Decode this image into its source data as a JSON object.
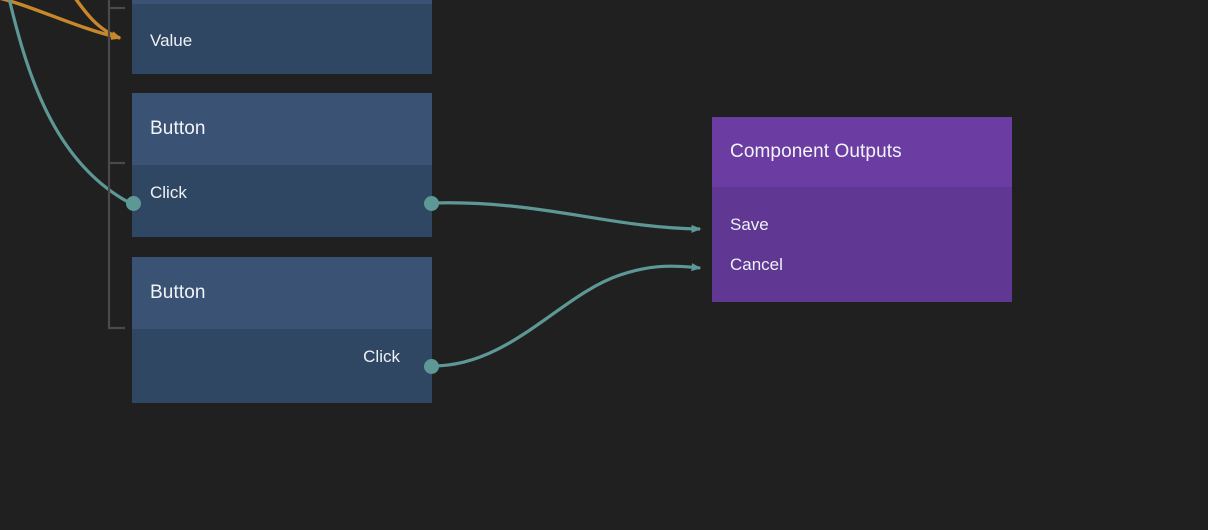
{
  "canvas": {
    "background_color": "#202020",
    "title": "node-graph-canvas"
  },
  "theme": {
    "node_blue_header": "#3a5274",
    "node_blue_body": "#2f4762",
    "node_purple_header": "#6b3da3",
    "node_purple_body": "#603793",
    "wire_teal": "#5d9896",
    "wire_orange": "#c8882a",
    "port_teal": "#5d9896",
    "text_primary": "#f2f4f7",
    "group_bracket": "#4a4a4a"
  },
  "nodes": [
    {
      "id": "value-node",
      "type": "blue",
      "header": "",
      "ports": [
        {
          "label": "Value",
          "direction": "in",
          "connector": "arrow",
          "color": "#c8882a"
        }
      ]
    },
    {
      "id": "button-node-1",
      "type": "blue",
      "header": "Button",
      "ports": [
        {
          "label": "Click",
          "direction": "in",
          "connector": "dot",
          "color": "#5d9896"
        },
        {
          "label": "Click",
          "direction": "out",
          "connector": "dot",
          "color": "#5d9896"
        }
      ]
    },
    {
      "id": "button-node-2",
      "type": "blue",
      "header": "Button",
      "ports": [
        {
          "label": "Click",
          "direction": "out",
          "connector": "dot",
          "color": "#5d9896"
        }
      ]
    },
    {
      "id": "component-outputs-node",
      "type": "purple",
      "header": "Component Outputs",
      "ports": [
        {
          "label": "Save",
          "direction": "in",
          "connector": "arrow",
          "color": "#5d9896"
        },
        {
          "label": "Cancel",
          "direction": "in",
          "connector": "arrow",
          "color": "#5d9896"
        }
      ]
    }
  ],
  "labels": {
    "value": "Value",
    "button_1_title": "Button",
    "button_1_click_in": "Click",
    "button_1_click_out": "Click",
    "button_2_title": "Button",
    "button_2_click_out": "Click",
    "component_outputs_title": "Component Outputs",
    "save": "Save",
    "cancel": "Cancel"
  },
  "connections": [
    {
      "id": "wire-orange-a",
      "from": "offscreen-left",
      "to": "value-input",
      "color": "#c8882a"
    },
    {
      "id": "wire-orange-b",
      "from": "offscreen-top",
      "to": "value-input",
      "color": "#c8882a"
    },
    {
      "id": "wire-teal-a",
      "from": "offscreen-top-left",
      "to": "button-1-click-in",
      "color": "#5d9896"
    },
    {
      "id": "wire-teal-b",
      "from": "button-1-click-out",
      "to": "save-input",
      "color": "#5d9896"
    },
    {
      "id": "wire-teal-c",
      "from": "button-2-click-out",
      "to": "cancel-input",
      "color": "#5d9896"
    }
  ]
}
